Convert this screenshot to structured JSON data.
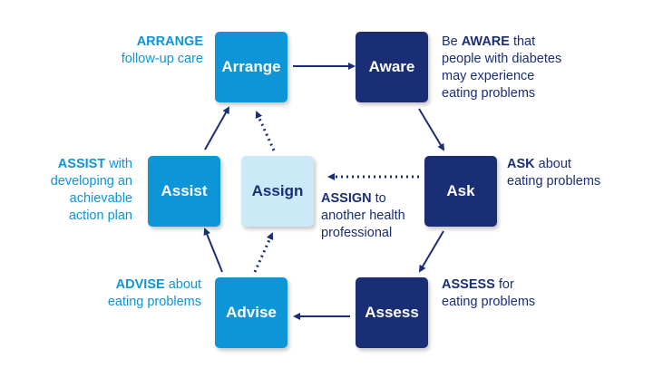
{
  "colors": {
    "light_blue": "#0d95d8",
    "dark_blue": "#1a2e75",
    "pale_blue": "#cce9f8"
  },
  "boxes": {
    "arrange": "Arrange",
    "aware": "Aware",
    "ask": "Ask",
    "assess": "Assess",
    "advise": "Advise",
    "assist": "Assist",
    "assign": "Assign"
  },
  "captions": {
    "arrange": {
      "bold": "ARRANGE",
      "line2": "follow-up care"
    },
    "aware": {
      "pre": "Be ",
      "bold": "AWARE",
      "post": " that",
      "line2": "people with diabetes",
      "line3": "may experience",
      "line4": "eating problems"
    },
    "ask": {
      "bold": "ASK",
      "post": " about",
      "line2": "eating problems"
    },
    "assess": {
      "bold": "ASSESS",
      "post": " for",
      "line2": "eating problems"
    },
    "advise": {
      "bold": "ADVISE",
      "post": " about",
      "line2": "eating problems"
    },
    "assist": {
      "bold": "ASSIST",
      "post": " with",
      "line2": "developing an",
      "line3": "achievable",
      "line4": "action plan"
    },
    "assign": {
      "bold": "ASSIGN",
      "post": " to",
      "line2": "another health",
      "line3": "professional"
    }
  }
}
